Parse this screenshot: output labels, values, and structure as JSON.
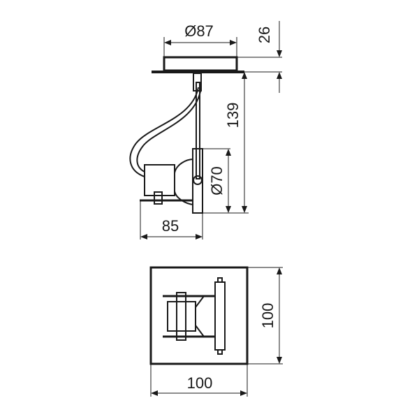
{
  "drawing": {
    "side_view": {
      "canopy_diameter": "Ø87",
      "canopy_height": "26",
      "total_height": "139",
      "lamp_diameter": "Ø70",
      "projection": "85"
    },
    "top_view": {
      "width": "100",
      "height": "100"
    },
    "line_color": "#1a1a1a"
  }
}
